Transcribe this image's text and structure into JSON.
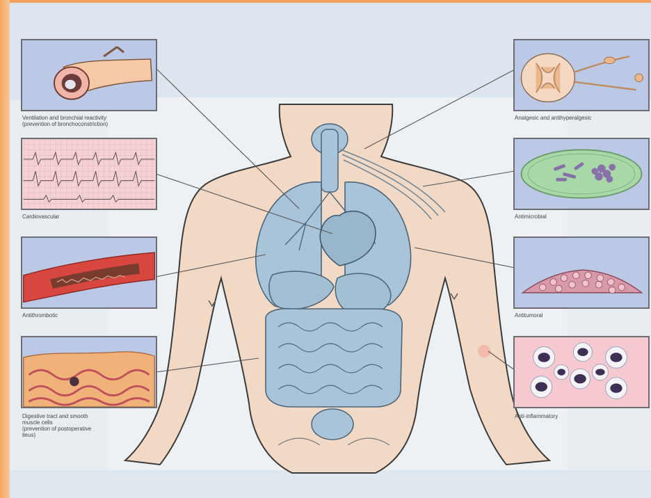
{
  "captions": {
    "ventilation": "Ventilation and bronchial reactivity\n(prevention of bronchoconstriction)",
    "cardiovascular": "Cardiovascular",
    "antithrombotic": "Antithrombotic",
    "digestive": "Digestive tract and smooth\nmuscle cells\n(prevention of postoperative\nileus)",
    "analgesic": "Analgesic and antihyperalgesic",
    "antimicrobial": "Antimicrobial",
    "antitumoral": "Antitumoral",
    "antiinflammatory": "Anti-inflammatory"
  },
  "colors": {
    "slide_background": "#e8edf2",
    "left_accent_band": "#f1a35e",
    "skin": "#f2d9c6",
    "organs": "#a9c4d8",
    "panel_blue": "#bcc9e6",
    "panel_pink": "#f5c9cf"
  }
}
